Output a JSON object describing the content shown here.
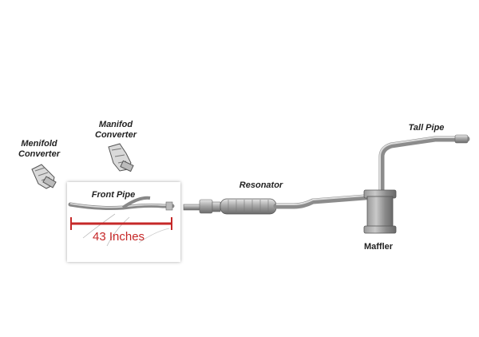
{
  "parts": {
    "menifold_converter": {
      "line1": "Menifold",
      "line2": "Converter"
    },
    "manifod_converter": {
      "line1": "Manifod",
      "line2": "Converter"
    },
    "front_pipe": "Front Pipe",
    "resonator": "Resonator",
    "maffler": "Maffler",
    "tall_pipe": "Tall Pipe"
  },
  "measurement": {
    "value": "43 Inches",
    "color": "#c62828"
  },
  "colors": {
    "metal": "#9a9a9a",
    "metal_dark": "#6d6d6d",
    "marker": "#c62828"
  }
}
